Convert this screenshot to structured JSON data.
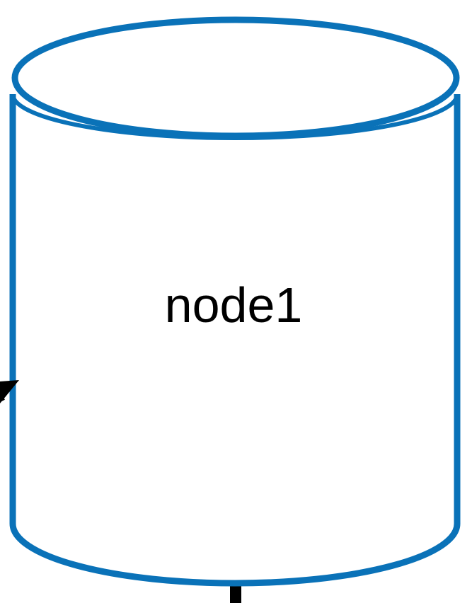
{
  "diagram": {
    "node": {
      "label": "node1",
      "shape": "cylinder",
      "stroke_color": "#0a72b8",
      "fill_color": "#ffffff",
      "label_color": "#000000"
    },
    "edges": [
      {
        "name": "incoming-edge-left",
        "color": "#000000",
        "has_arrowhead": true
      },
      {
        "name": "edge-bottom",
        "color": "#000000",
        "has_arrowhead": false
      }
    ]
  }
}
